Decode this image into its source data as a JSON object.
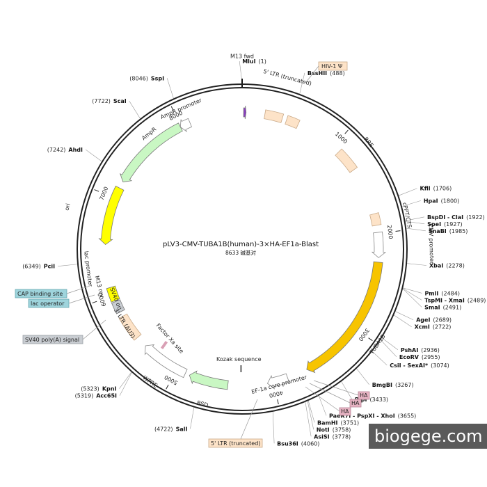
{
  "plasmid": {
    "name": "pLV3-CMV-TUBA1B(human)-3×HA-EF1a-Blast",
    "size_label": "8633 碱基对",
    "length_bp": 8633
  },
  "colors": {
    "backbone": "#222222",
    "feature_fill": "#fde3c8",
    "feature_stroke": "#c9a987",
    "amp_fill": "#c9f7c3",
    "ori_fill": "#ffff00",
    "tuba_fill": "#f7c400",
    "ha_fill": "#e7b3c3",
    "cap_fill": "#9ed4dc",
    "poly_fill": "#c9cdd2"
  },
  "ticks": [
    {
      "bp": 1000,
      "label": "1000"
    },
    {
      "bp": 2000,
      "label": "2000"
    },
    {
      "bp": 3000,
      "label": "3000"
    },
    {
      "bp": 4000,
      "label": "4000"
    },
    {
      "bp": 5000,
      "label": "5000"
    },
    {
      "bp": 6000,
      "label": "6000"
    },
    {
      "bp": 7000,
      "label": "7000"
    },
    {
      "bp": 8000,
      "label": "8000"
    }
  ],
  "features": [
    {
      "name": "M13 fwd",
      "start": 15,
      "end": 40,
      "color": "#8a3fbf",
      "strand": 1
    },
    {
      "name": "5' LTR (truncated)",
      "start": 230,
      "end": 410,
      "color": "#fde3c8",
      "strand": 0
    },
    {
      "name": "HIV-1 Ψ",
      "start": 455,
      "end": 580,
      "color": "#fde3c8",
      "strand": 0
    },
    {
      "name": "RRE",
      "start": 1075,
      "end": 1310,
      "color": "#fde3c8",
      "strand": 0
    },
    {
      "name": "cPPT/CTS",
      "start": 1800,
      "end": 1918,
      "color": "#fde3c8",
      "strand": 0
    },
    {
      "name": "CMV promoter",
      "start": 1990,
      "end": 2245,
      "color": "#ffffff",
      "strand": 1
    },
    {
      "name": "TUBA1B",
      "start": 2290,
      "end": 3640,
      "color": "#f7c400",
      "strand": 1
    },
    {
      "name": "EF-1a core promoter",
      "start": 3850,
      "end": 4060,
      "color": "#ffffff",
      "strand": 1
    },
    {
      "name": "BSD",
      "start": 4460,
      "end": 4860,
      "color": "#c9f7c3",
      "strand": 1
    },
    {
      "name": "WPRE",
      "start": 4905,
      "end": 5395,
      "color": "#ffffff",
      "strand": 1
    },
    {
      "name": "3' LTR (ΔU3)",
      "start": 5510,
      "end": 5770,
      "color": "#fde3c8",
      "strand": 0
    },
    {
      "name": "SV40 poly(A) signal",
      "start": 5820,
      "end": 5935,
      "color": "#c9cdd2",
      "strand": 0
    },
    {
      "name": "SV40 ori",
      "start": 5945,
      "end": 6085,
      "color": "#ffff00",
      "strand": 0
    },
    {
      "name": "ori",
      "start": 6520,
      "end": 7110,
      "color": "#ffff00",
      "strand": -1
    },
    {
      "name": "AmpR",
      "start": 7180,
      "end": 7990,
      "color": "#c9f7c3",
      "strand": -1
    },
    {
      "name": "AmpR promoter",
      "start": 7990,
      "end": 8095,
      "color": "#ffffff",
      "strand": -1
    }
  ],
  "feature_labels": [
    {
      "text": "M13 fwd",
      "bp": 0,
      "r": 277
    },
    {
      "text": "5' LTR (truncated)",
      "bp": 355,
      "r": 255
    },
    {
      "text": "RRE",
      "bp": 1195,
      "r": 238
    },
    {
      "text": "cPPT/CTS",
      "bp": 1880,
      "r": 242
    },
    {
      "text": "CMV promoter",
      "bp": 2120,
      "r": 272
    },
    {
      "text": "TUBA1B",
      "bp": 3000,
      "r": 238
    },
    {
      "text": "EF-1a core promoter",
      "bp": 3950,
      "r": 202
    },
    {
      "text": "BSD",
      "bp": 4660,
      "r": 230
    },
    {
      "text": "WPRE",
      "bp": 5150,
      "r": 232
    },
    {
      "text": "3' LTR (ΔU3)",
      "bp": 5700,
      "r": 200
    },
    {
      "text": "SV40 ori",
      "bp": 5960,
      "r": 195
    },
    {
      "text": "M13 rev",
      "bp": 6120,
      "r": 212
    },
    {
      "text": "lac promoter",
      "bp": 6300,
      "r": 223
    },
    {
      "text": "ori",
      "bp": 6800,
      "r": 258
    },
    {
      "text": "AmpR",
      "bp": 7700,
      "r": 213
    },
    {
      "text": "AmpR promoter",
      "bp": 8070,
      "r": 220
    }
  ],
  "inner_labels": [
    {
      "text": "Kozak sequence"
    },
    {
      "text": "Factor Xa site"
    }
  ],
  "callouts": [
    {
      "text": "HIV-1 Ψ",
      "kind": "feature"
    },
    {
      "text": "CAP binding site",
      "kind": "cap"
    },
    {
      "text": "lac operator",
      "kind": "cap"
    },
    {
      "text": "SV40 poly(A) signal",
      "kind": "poly"
    },
    {
      "text": "HA",
      "kind": "ha"
    },
    {
      "text": "HA",
      "kind": "ha"
    },
    {
      "text": "HA",
      "kind": "ha"
    },
    {
      "text": "5' LTR (truncated)",
      "kind": "feature"
    }
  ],
  "sites": [
    {
      "pos": "(1)",
      "name": "MluI",
      "bp": 1,
      "dim": false
    },
    {
      "pos": "(488)",
      "name": "BssHII",
      "bp": 488,
      "dim": false
    },
    {
      "pos": "(1706)",
      "name": "KflI",
      "bp": 1706,
      "dim": false
    },
    {
      "pos": "(1800)",
      "name": "HpaI",
      "bp": 1800,
      "dim": false
    },
    {
      "pos": "(1922)",
      "name": "BspDI - ClaI",
      "bp": 1922,
      "dim": false
    },
    {
      "pos": "(1927)",
      "name": "SpeI",
      "bp": 1927,
      "dim": false
    },
    {
      "pos": "(1985)",
      "name": "SnaBI",
      "bp": 1985,
      "dim": false
    },
    {
      "pos": "(2278)",
      "name": "XbaI",
      "bp": 2278,
      "dim": false
    },
    {
      "pos": "(2484)",
      "name": "PmlI",
      "bp": 2484,
      "dim": false
    },
    {
      "pos": "(2489)",
      "name": "TspMI - XmaI",
      "bp": 2489,
      "dim": false
    },
    {
      "pos": "(2491)",
      "name": "SmaI",
      "bp": 2491,
      "dim": false
    },
    {
      "pos": "(2689)",
      "name": "AgeI",
      "bp": 2689,
      "dim": false
    },
    {
      "pos": "(2722)",
      "name": "XcmI",
      "bp": 2722,
      "dim": false
    },
    {
      "pos": "(2936)",
      "name": "PshAI",
      "bp": 2936,
      "dim": false
    },
    {
      "pos": "(2955)",
      "name": "EcoRV",
      "bp": 2955,
      "dim": false
    },
    {
      "pos": "(3074)",
      "name": "CsiI - SexAI*",
      "bp": 3074,
      "dim": true
    },
    {
      "pos": "(3267)",
      "name": "BmgBI",
      "bp": 3267,
      "dim": false
    },
    {
      "pos": "(3433)",
      "name": "BlpI",
      "bp": 3433,
      "dim": false
    },
    {
      "pos": "(3655)",
      "name": "PaeR7I - PspXI - XhoI",
      "bp": 3655,
      "dim": false
    },
    {
      "pos": "(3751)",
      "name": "BamHI",
      "bp": 3751,
      "dim": false
    },
    {
      "pos": "(3758)",
      "name": "NotI",
      "bp": 3758,
      "dim": false
    },
    {
      "pos": "(3778)",
      "name": "AsiSI",
      "bp": 3778,
      "dim": false
    },
    {
      "pos": "(4060)",
      "name": "Bsu36I",
      "bp": 4060,
      "dim": false
    },
    {
      "pos": "(4722)",
      "name": "SalI",
      "bp": 4722,
      "dim": false
    },
    {
      "pos": "(5323)",
      "name": "KpnI",
      "bp": 5323,
      "dim": false
    },
    {
      "pos": "(5319)",
      "name": "Acc65I",
      "bp": 5319,
      "dim": false
    },
    {
      "pos": "(6349)",
      "name": "PciI",
      "bp": 6349,
      "dim": false
    },
    {
      "pos": "(7242)",
      "name": "AhdI",
      "bp": 7242,
      "dim": false
    },
    {
      "pos": "(7722)",
      "name": "ScaI",
      "bp": 7722,
      "dim": false
    },
    {
      "pos": "(8046)",
      "name": "SspI",
      "bp": 8046,
      "dim": false
    }
  ],
  "watermark": "biogege.com"
}
